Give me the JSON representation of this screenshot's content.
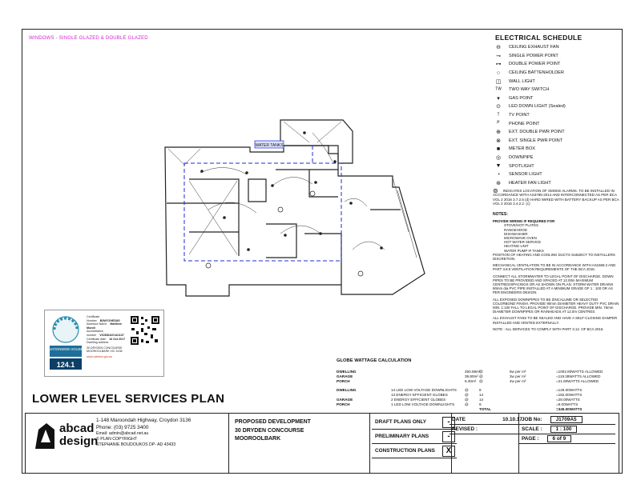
{
  "window_note": "WINDOWS - SINGLE GLAZED & DOUBLE GLAZED",
  "schedule": {
    "title": "ELECTRICAL SCHEDULE",
    "items": [
      {
        "icon": "exhaust-fan-icon",
        "glyph": "⊖",
        "label": "CEILING EXHAUST FAN"
      },
      {
        "icon": "single-power-point-icon",
        "glyph": "⊸",
        "label": "SINGLE POWER POINT"
      },
      {
        "icon": "double-power-point-icon",
        "glyph": "⊶",
        "label": "DOUBLE POWER POINT"
      },
      {
        "icon": "ceiling-batten-icon",
        "glyph": "○",
        "label": "CEILING BATTENHOLDER"
      },
      {
        "icon": "wall-light-icon",
        "glyph": "◫",
        "label": "WALL LIGHT"
      },
      {
        "icon": "two-way-switch-icon",
        "glyph": "ᵀᵂ",
        "label": "TWO WAY SWITCH"
      },
      {
        "icon": "gas-point-icon",
        "glyph": "▾",
        "label": "GAS POINT"
      },
      {
        "icon": "led-downlight-icon",
        "glyph": "⊙",
        "label": "LED DOWN LIGHT (Sealed)"
      },
      {
        "icon": "tv-point-icon",
        "glyph": "ᵀ",
        "label": "TV POINT"
      },
      {
        "icon": "phone-point-icon",
        "glyph": "ᴾ",
        "label": "PHONE POINT"
      },
      {
        "icon": "ext-double-power-icon",
        "glyph": "⊕",
        "label": "EXT. DOUBLE PWR POINT"
      },
      {
        "icon": "ext-single-power-icon",
        "glyph": "⊗",
        "label": "EXT. SINGLE PWR POINT"
      },
      {
        "icon": "meter-box-icon",
        "glyph": "■",
        "label": "METER BOX"
      },
      {
        "icon": "downpipe-icon",
        "glyph": "◎",
        "label": "DOWNPIPE"
      },
      {
        "icon": "spotlight-icon",
        "glyph": "▼",
        "label": "SPOTLIGHT"
      },
      {
        "icon": "sensor-light-icon",
        "glyph": "◔",
        "label": "SENSOR LIGHT"
      },
      {
        "icon": "heater-fan-light-icon",
        "glyph": "⊛",
        "label": "HEATER FAN LIGHT"
      }
    ],
    "smoke_text": "INDICATES LOCATION OF SMOKE ALARMS. TO BE INSTALLED IN ACCORDANCE WITH AS3786-2014 AND INTERCONNECTED AS PER BCA VOL 2 2016 3.7.2.5 (d) HARD WIRED WITH BATTERY BACKUP AS PER BCA VOL 2 2016 3.4.2.2. (c)"
  },
  "notes": {
    "title": "NOTES:",
    "wiring_head": "PROVIDE WIRING IF REQUIRED FOR",
    "wiring_items": [
      "STOVE/HOT PLATES",
      "RANGEHOOD",
      "DISHWASHER",
      "MICROWAVE OVEN",
      "HOT WATER SERVICE",
      "HEATING UNIT",
      "WATER PUMP IF TANKS"
    ],
    "wiring_tail": "POSITION OF HEATING AND COOLING DUCTS SUBJECT TO INSTALLERS DISCRETION.",
    "mechanical": "MECHANICAL VENTILATION TO BE IN ACCORDANCE WITH AS1668.2 AND PART 3.8.5 VENTILATION REQUIREMENTS OF THE BCA 2016.",
    "stormwater": "CONNECT ALL STORMWATER TO LEGAL POINT OF DISCHARGE. DOWN PIPES TO BE PROVIDED AND SPACED AT 12.00m MAXIMUM CENTRES/SPACINGS OR AS SHOWN ON PLAN. STORM WATER DRAINS 90mm dia PVC PIPE INSTALLED AT A MINIMUM GRADE OF 1 : 100 OR AS PER ENGINEERS DESIGN.",
    "downpipes": "ALL EXPOSED DOWNPIPES TO BE ZINCALUME OR SELECTED COLORBOND FINISH. PROVIDE 90mm DIAMETER HEAVY DUTY PVC DRAIN MIN. 1:100 FALL TO LEGAL POINT OF DISCHARGE. PROVIDE MIN. 75mm DIAMETER DOWNPIPES OR RAINHEADS AT 12.0m CENTRES.",
    "exhaust": "ALL EXHAUST FANS TO BE SEALED AND HAVE A SELF-CLOSING DAMPER INSTALLED AND VENTED EXTERNALLY.",
    "services": "NOTE : ALL SERVICES TO COMPLY WITH PART 3.12. OF BCA 2016."
  },
  "wattage": {
    "title": "GLOBE WATTAGE CALCULATION",
    "allowed": [
      {
        "area": "DWELLING",
        "size": "250.58m²",
        "at": "@",
        "rate": "5w per m²",
        "watts": "=1002.80WATTS ALLOWED"
      },
      {
        "area": "GARAGE",
        "size": "39.80m²",
        "at": "@",
        "rate": "3w per m²",
        "watts": "=119.38WATTS ALLOWED"
      },
      {
        "area": "PORCH",
        "size": "5.40m²",
        "at": "@",
        "rate": "4w per m²",
        "watts": "=21.60WATTS ALLOWED"
      }
    ],
    "used": [
      {
        "area": "DWELLING",
        "desc": "14 LED LOW VOLTAGE DOWNLIGHTS",
        "at": "@",
        "qty": "9",
        "watts": "=126.00WATTS"
      },
      {
        "area": "",
        "desc": "13 ENERGY EFFICIENT GLOBES",
        "at": "@",
        "qty": "14",
        "watts": "=182.00WATTS"
      },
      {
        "area": "GARAGE",
        "desc": "2 ENERGY EFFICIENT GLOBES",
        "at": "@",
        "qty": "14",
        "watts": "=28.00WATTS"
      },
      {
        "area": "PORCH",
        "desc": "1 LED LOW VOLTAGE DOWNLIGHTS",
        "at": "@",
        "qty": "9",
        "watts": "=9.00WATTS"
      }
    ],
    "total_label": "TOTAL",
    "total_value": "=345.00WATTS"
  },
  "plan_title": "LOWER LEVEL SERVICES PLAN",
  "drawing_labels": {
    "water_tank": "WATER TANKS"
  },
  "certificate": {
    "lines": [
      "Certificate Number",
      "Assessor Name",
      "Accreditation number",
      "Certificate date",
      "Dwelling address"
    ],
    "values": [
      "B3WYZHED8G",
      "Matthew Mundt",
      "VIC/BDAV/14/1137",
      "16 Oct 2017"
    ],
    "address": "30 DRYDEN CONCOURSE MOOROOLBARK VIC 3138",
    "brand": "NATIONWIDE HOUSE",
    "rating": "124.1",
    "url": "www.nathers.gov.au"
  },
  "title_block": {
    "logo_top": "abcad",
    "logo_bottom": "design",
    "address": "1-148 Maroondah Highway,    Croydon 3136",
    "phone": "Phone:  (03) 9725 3400",
    "email": "Email:  admin@abcad.net.au",
    "copyright": "© PLAN COPYRIGHT",
    "designer": "STEPHANIE BOUDOUKOS DP- AD 43433",
    "project_lines": [
      "PROPOSED DEVELOPMENT",
      "30 DRYDEN CONCOURSE",
      "MOOROOLBARK"
    ],
    "plans": [
      {
        "label": "DRAFT PLANS ONLY",
        "mark": "-"
      },
      {
        "label": "PRELIMINARY PLANS",
        "mark": "-"
      },
      {
        "label": "CONSTRUCTION PLANS",
        "mark": "X"
      }
    ],
    "date_label": "DATE",
    "date_value": "10.10.17",
    "revised_label": "REVISED :",
    "job_label": "JOB No:",
    "job_value": "J1709A5",
    "scale_label": "SCALE :",
    "scale_value": "1 : 100",
    "page_label": "PAGE :",
    "page_value": "6 of 9"
  }
}
